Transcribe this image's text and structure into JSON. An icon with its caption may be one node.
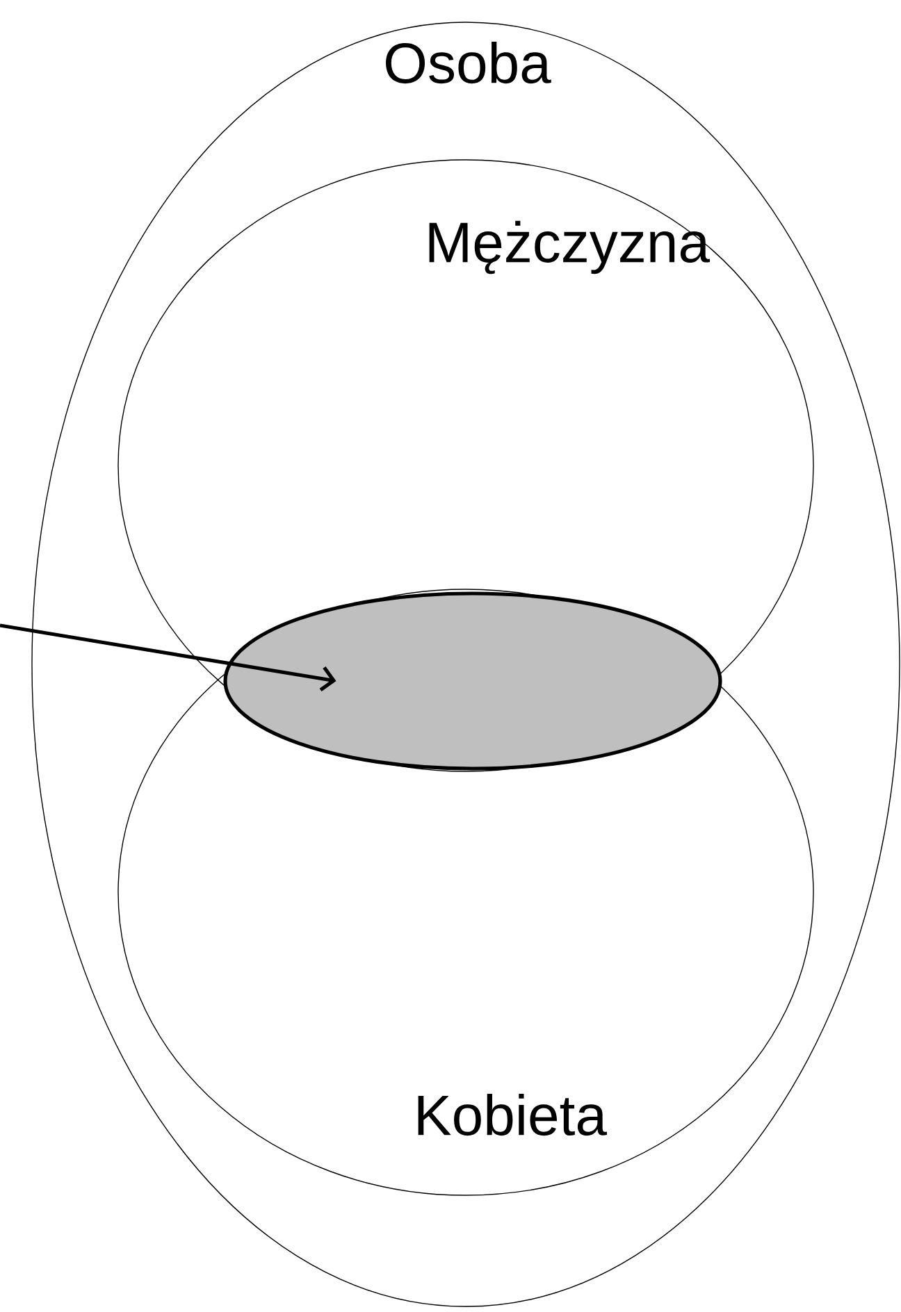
{
  "diagram": {
    "nodes": [
      {
        "text": [
          "Osoba"
        ]
      },
      {
        "text": [
          "Mężczyzna"
        ],
        "in": 0
      },
      {
        "text": [
          "Kobieta"
        ],
        "in": 0
      },
      {
        "text": [],
        "shape": "ellipse"
      }
    ],
    "edges": [
      {
        "from": null,
        "to": 3,
        "arrow": "to"
      }
    ]
  }
}
